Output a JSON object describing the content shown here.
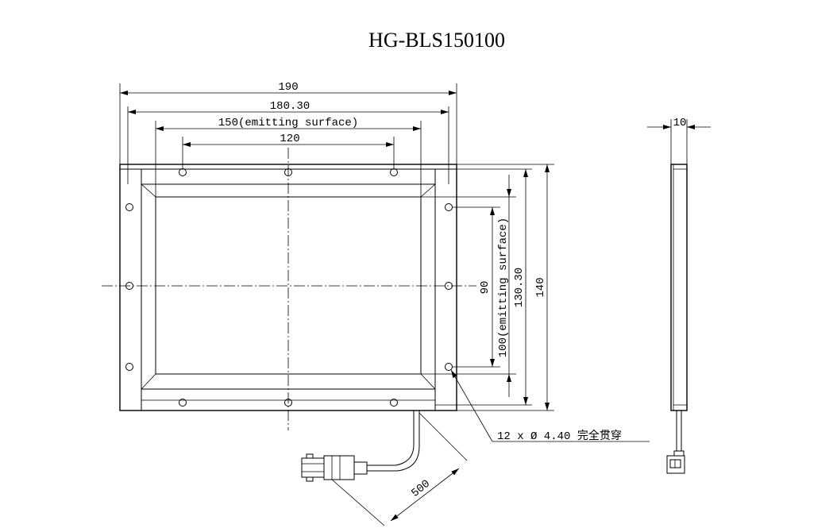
{
  "title": "HG-BLS150100",
  "dimensions": {
    "width_overall": "190",
    "width_frame": "180.30",
    "width_emitting": "150(emitting surface)",
    "hole_spacing_x": "120",
    "height_overall": "140",
    "height_frame": "130.30",
    "height_emitting": "100(emitting surface)",
    "hole_spacing_y": "90",
    "thickness": "10",
    "cable_length": "500"
  },
  "note": {
    "holes": "12 x Ø 4.40 完全贯穿"
  }
}
